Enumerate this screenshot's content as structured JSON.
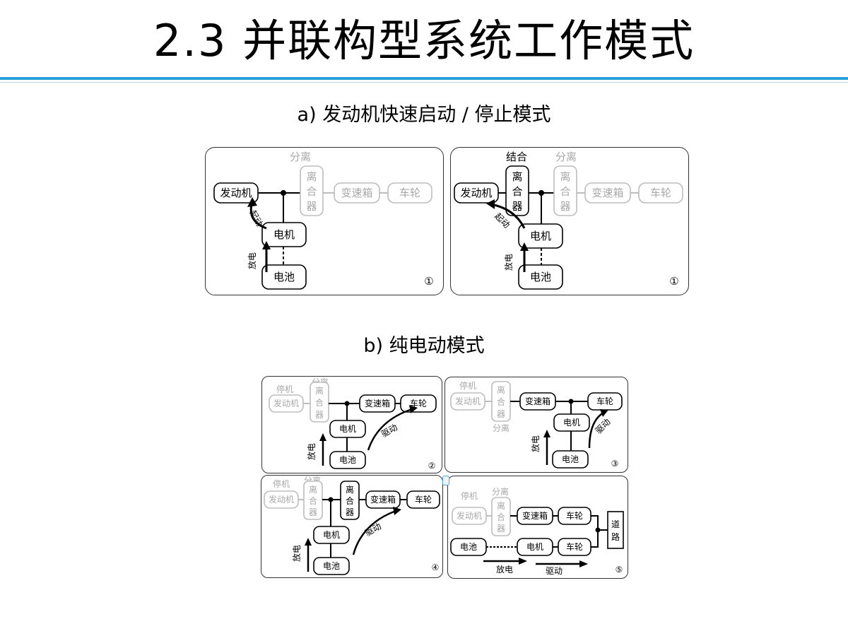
{
  "slide": {
    "title": "2.3  并联构型系统工作模式",
    "section_a": "a) 发动机快速启动 / 停止模式",
    "section_b": "b) 纯电动模式"
  },
  "labels": {
    "engine": "发动机",
    "motor": "电机",
    "battery": "电池",
    "gearbox": "变速箱",
    "wheel": "车轮",
    "clutch": [
      "离",
      "合",
      "器"
    ],
    "separate": "分离",
    "engage": "结合",
    "stop": "停机",
    "discharge": "放电",
    "start": "起动",
    "drive": "驱动",
    "road": [
      "道",
      "路"
    ]
  },
  "panel_numbers": [
    "①",
    "①",
    "②",
    "③",
    "④",
    "⑤"
  ]
}
